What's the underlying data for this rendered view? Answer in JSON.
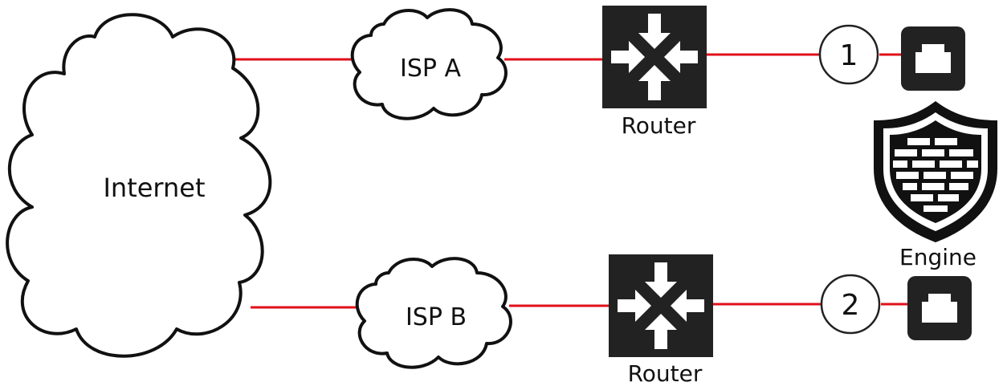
{
  "diagram": {
    "internet": {
      "label": "Internet"
    },
    "isps": [
      {
        "label": "ISP A"
      },
      {
        "label": "ISP B"
      }
    ],
    "routers": [
      {
        "label": "Router"
      },
      {
        "label": "Router"
      }
    ],
    "interfaces": [
      {
        "label": "1"
      },
      {
        "label": "2"
      }
    ],
    "engine": {
      "label": "Engine"
    },
    "colors": {
      "link": "#e0101a",
      "device": "#222222",
      "outline": "#111111",
      "background": "#ffffff"
    },
    "icons": {
      "router": "router-icon",
      "port": "network-port-icon",
      "engine": "firewall-shield-icon"
    }
  }
}
